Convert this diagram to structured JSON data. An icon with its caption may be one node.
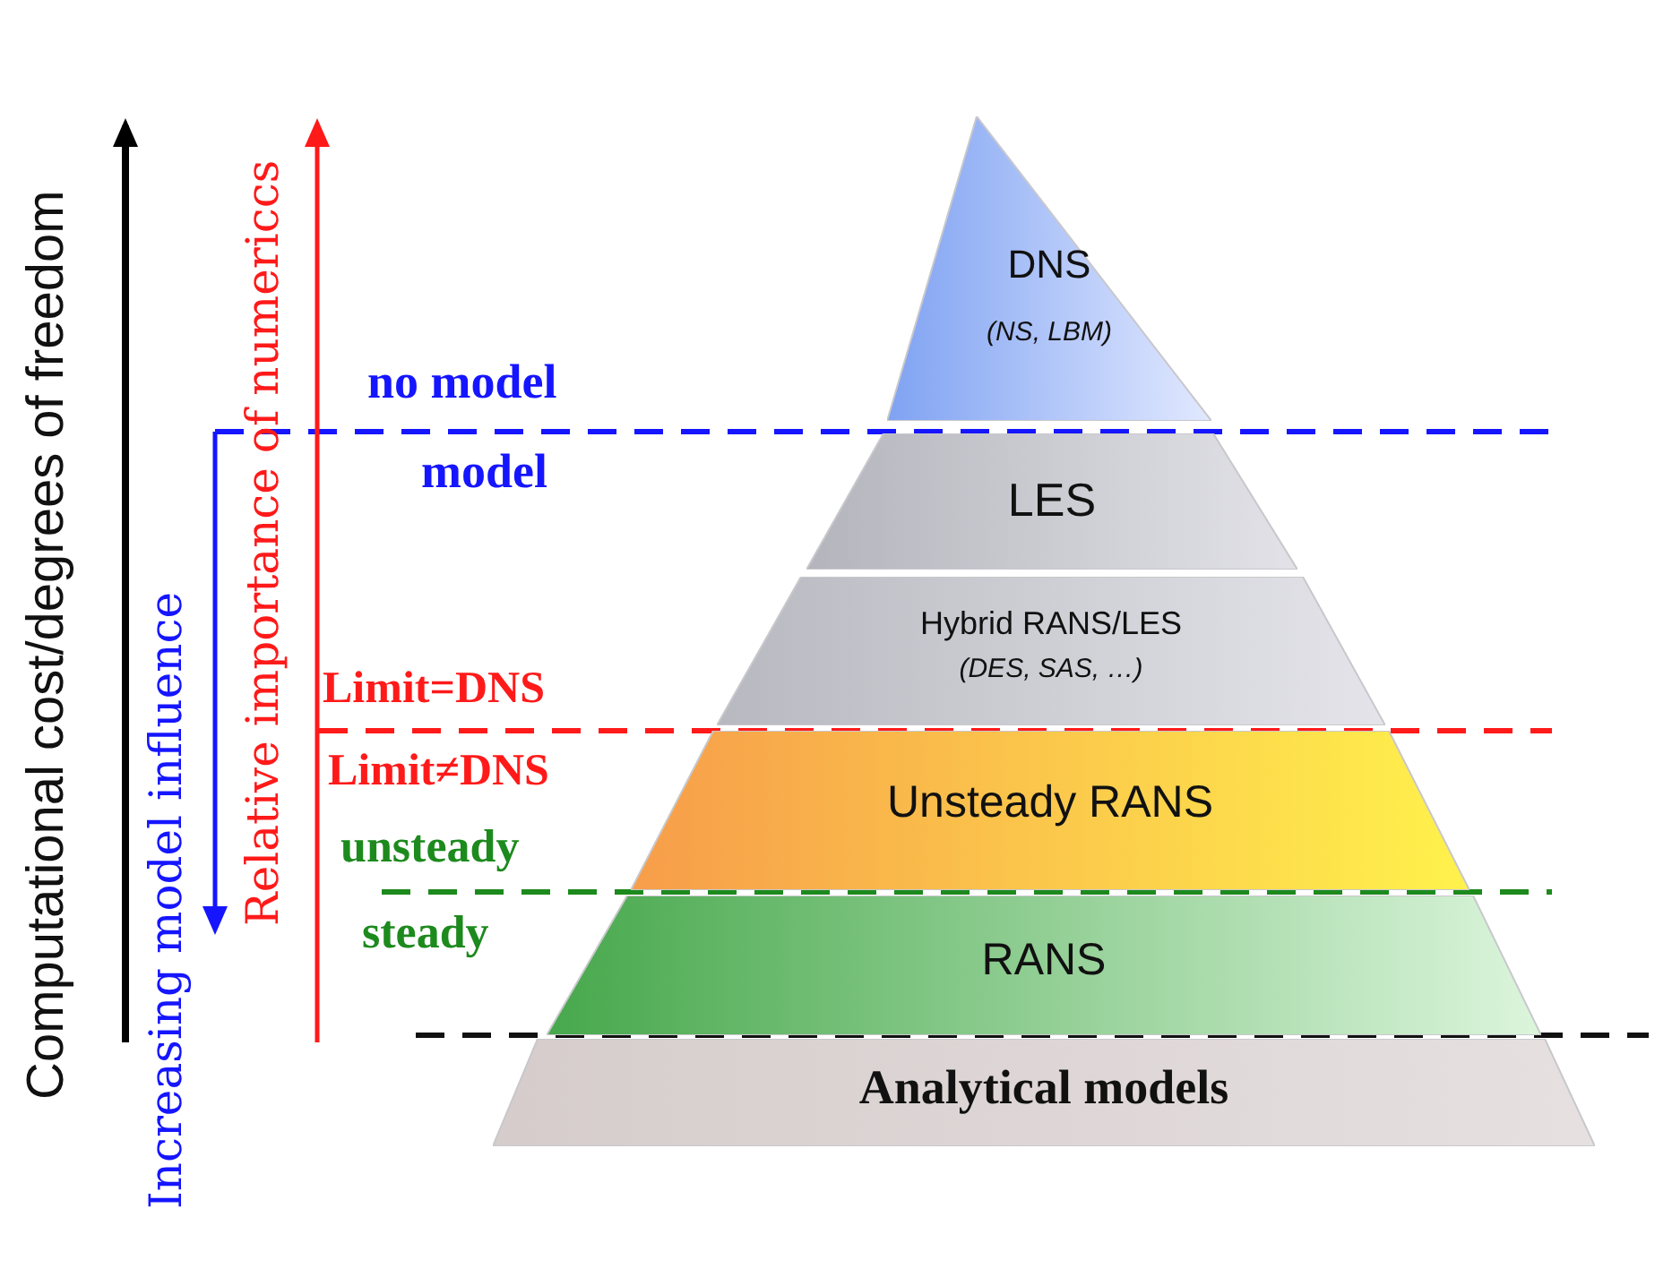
{
  "diagram": {
    "nodes": [
      {
        "text": [
          "DNS",
          "(NS, LBM)"
        ]
      },
      {
        "text": [
          "LES"
        ]
      },
      {
        "text": [
          "Hybrid RANS/LES",
          "(DES, SAS, …)"
        ]
      },
      {
        "text": [
          "Unsteady RANS"
        ]
      },
      {
        "text": [
          "RANS"
        ]
      },
      {
        "text": [
          "Analytical models"
        ]
      }
    ],
    "labels": [
      "Computational cost/degrees of freedom",
      "Increasing model influence",
      "Relative importance of numericcs",
      "no model",
      "model",
      "Limit=DNS",
      "Limit≠DNS",
      "unsteady",
      "steady"
    ]
  }
}
